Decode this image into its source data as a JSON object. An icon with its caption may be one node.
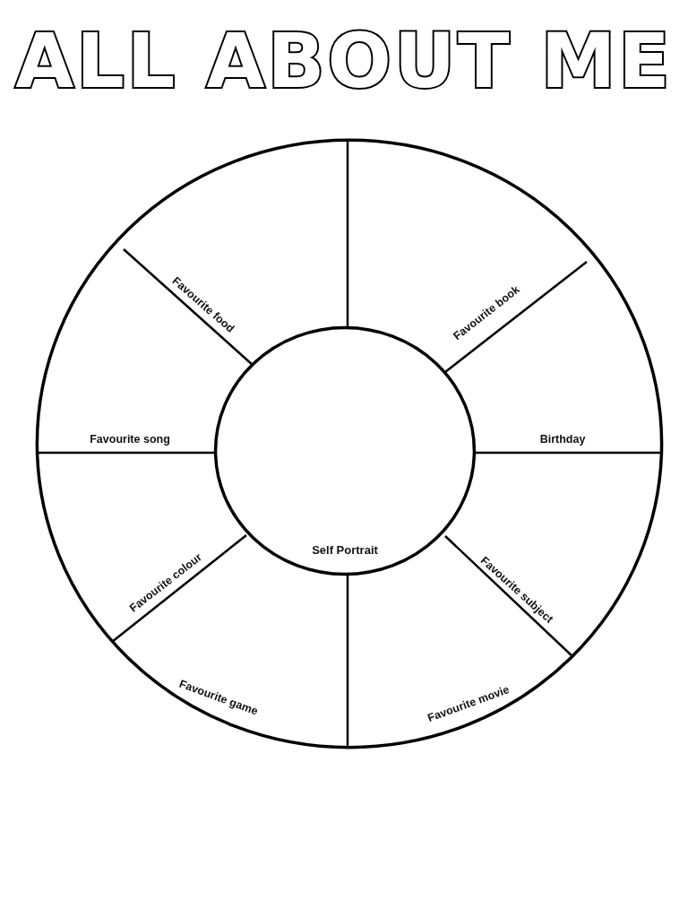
{
  "diagram": {
    "title": "ALL ABOUT ME",
    "nodes": [
      {
        "text": [],
        "shape": "circle"
      },
      {
        "text": [
          "Self Portrait"
        ],
        "in": 0
      }
    ],
    "labels": [
      "Favourite food",
      "Favourite book",
      "Favourite song",
      "Birthday",
      "Favourite colour",
      "Favourite subject",
      "Favourite game",
      "Favourite movie"
    ]
  }
}
